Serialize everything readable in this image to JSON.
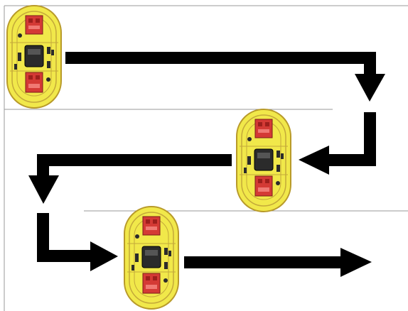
{
  "colors": {
    "background": "#ffffff",
    "border": "#9a9a9a",
    "arrow": "#000000",
    "robot_body": "#f1e84a",
    "robot_outline": "#b89a2a",
    "robot_red": "#d43a35",
    "robot_core": "#2b2b2b"
  },
  "diagram": {
    "panels": 3,
    "robots": 3,
    "arrows": 5
  }
}
